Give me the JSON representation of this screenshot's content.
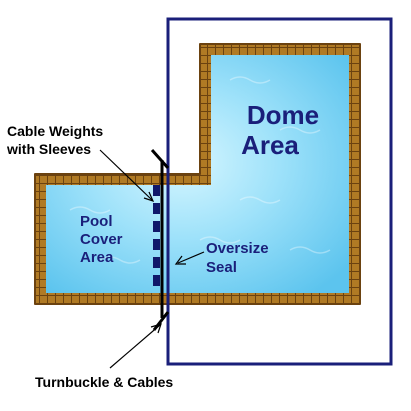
{
  "labels": {
    "dome_area_line1": "Dome",
    "dome_area_line2": "Area",
    "pool_cover_line1": "Pool",
    "pool_cover_line2": "Cover",
    "pool_cover_line3": "Area",
    "oversize_seal_line1": "Oversize",
    "oversize_seal_line2": "Seal",
    "cable_weights_line1": "Cable Weights",
    "cable_weights_line2": "with Sleeves",
    "turnbuckle": "Turnbuckle & Cables"
  },
  "colors": {
    "dome_frame": "#1a1f7a",
    "label_navy": "#1a1f7a",
    "label_black": "#000000",
    "water_light": "#bfeefc",
    "water_mid": "#6fd0f2",
    "coping_brown": "#9a6418",
    "coping_dark": "#6b4210",
    "weights_navy": "#10186a",
    "barrier_black": "#000000"
  }
}
